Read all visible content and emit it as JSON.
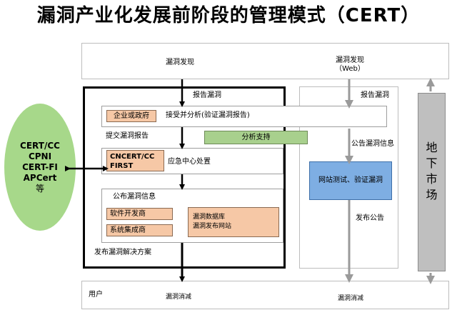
{
  "title": "漏洞产业化发展前阶段的管理模式（CERT）",
  "top_band": {
    "left_label": "漏洞发现",
    "right_label_line1": "漏洞发现",
    "right_label_line2": "（Web）"
  },
  "bottom_band": {
    "user_label": "用户",
    "left_label": "漏洞消减",
    "right_label": "漏洞消减"
  },
  "oval": {
    "lines": [
      "CERT/CC",
      "CPNI",
      "CERT-FI",
      "APCert",
      "等"
    ]
  },
  "main_flow": {
    "report_label": "报告漏洞",
    "enterprise_gov": "企业或政府",
    "accept_analyze": "接受并分析(验证漏洞报告)",
    "submit_report": "提交漏洞报告",
    "analysis_support": "分析支持",
    "cncert_line1": "CNCERT/CC",
    "cncert_line2": "FIRST",
    "emergency": "应急中心处置",
    "publish_info": "公布漏洞信息",
    "software_vendor": "软件开发商",
    "system_integrator": "系统集成商",
    "vuln_db_line1": "漏洞数据库",
    "vuln_db_line2": "漏洞发布网站",
    "publish_solution": "发布漏洞解决方案"
  },
  "web_flow": {
    "report_label": "报告漏洞",
    "announce_info": "公告漏洞信息",
    "site_test": "网站测试、验证漏洞",
    "publish_notice": "发布公告"
  },
  "underground_market": [
    "地",
    "下",
    "市",
    "场"
  ]
}
